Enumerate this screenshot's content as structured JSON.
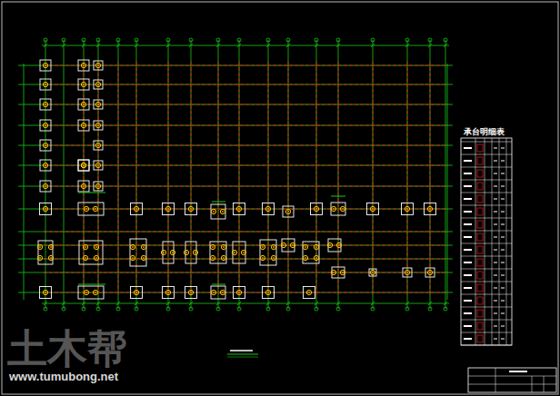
{
  "diagram": {
    "labels": [
      "承台明细表",
      "土木帮",
      "www.tumubong.net"
    ]
  }
}
